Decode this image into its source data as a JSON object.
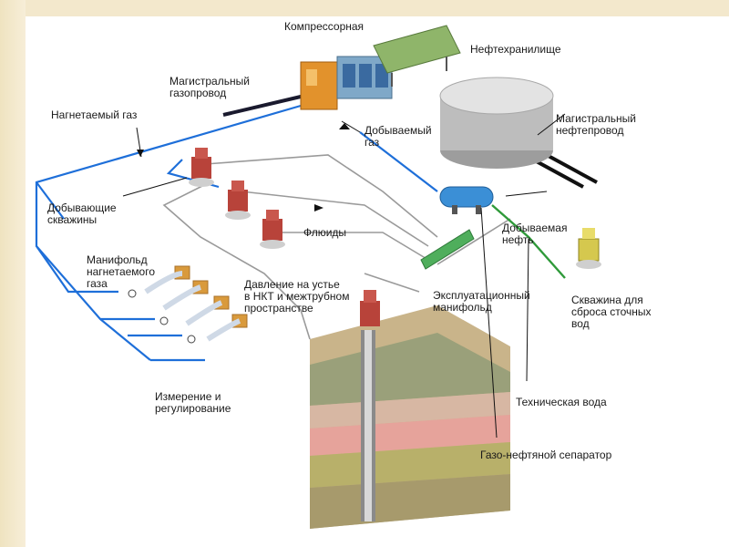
{
  "labels": {
    "compressor": "Компрессорная",
    "oil_storage": "Нефтехранилище",
    "main_gas_pipeline": "Магистральный\nгазопровод",
    "injected_gas": "Нагнетаемый газ",
    "produced_gas": "Добываемый\nгаз",
    "main_oil_pipeline": "Магистральный\nнефтепровод",
    "producing_wells": "Добывающие\nскважины",
    "fluids": "Флюиды",
    "produced_oil": "Добываемая\nнефть",
    "injected_gas_manifold": "Манифольд\nнагнетаемого\nгаза",
    "wellhead_pressure": "Давление на устье\nв НКТ и межтрубном\nпространстве",
    "production_manifold": "Эксплуатационный\nманифольд",
    "wastewater_well": "Скважина для\nсброса сточных\nвод",
    "measurement_control": "Измерение и\nрегулирование",
    "technical_water": "Техническая вода",
    "gas_oil_separator": "Газо-нефтяной сепаратор"
  },
  "colors": {
    "gas_line": "#1e6fd9",
    "oil_line": "#2f9a3a",
    "well_red": "#b8433a",
    "separator_blue": "#3b8fd6",
    "tank_grey": "#cfcfcf",
    "compressor_orange": "#e2922c",
    "compressor_green": "#8fb56a"
  },
  "icons": [
    "compressor-icon",
    "oil-tank-icon",
    "wellhead-icon",
    "separator-icon",
    "manifold-icon",
    "pressure-gauge-icon"
  ]
}
